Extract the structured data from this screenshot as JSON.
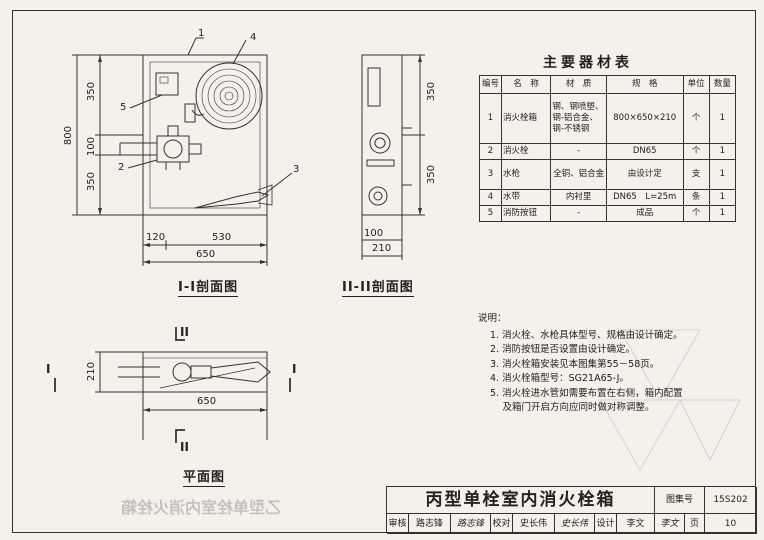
{
  "sections": {
    "sec1": "I-I剖面图",
    "sec2": "II-II剖面图",
    "plan": "平面图",
    "cut_i": "I",
    "cut_ii": "II"
  },
  "dims": {
    "h350a": "350",
    "h100": "100",
    "h350b": "350",
    "h800": "800",
    "w120": "120",
    "w530": "530",
    "w650": "650",
    "s2_350a": "350",
    "s2_350b": "350",
    "s2_100": "100",
    "s2_210": "210",
    "p_210": "210",
    "p_650": "650"
  },
  "callouts": [
    "1",
    "2",
    "3",
    "4",
    "5"
  ],
  "materials": {
    "title": "主要器材表",
    "headers": [
      "编号",
      "名　称",
      "材　质",
      "规　格",
      "单位",
      "数量"
    ],
    "rows": [
      {
        "no": "1",
        "name": "消火栓箱",
        "material": "钢、钢喷塑、钢-铝合金、钢-不锈钢",
        "spec": "800×650×210",
        "unit": "个",
        "qty": "1"
      },
      {
        "no": "2",
        "name": "消火栓",
        "material": "-",
        "spec": "DN65",
        "unit": "个",
        "qty": "1"
      },
      {
        "no": "3",
        "name": "水枪",
        "material": "全铜、铝合金",
        "spec": "由设计定",
        "unit": "支",
        "qty": "1"
      },
      {
        "no": "4",
        "name": "水带",
        "material": "内衬里",
        "spec": "DN65　L=25m",
        "unit": "条",
        "qty": "1"
      },
      {
        "no": "5",
        "name": "消防按钮",
        "material": "-",
        "spec": "成品",
        "unit": "个",
        "qty": "1"
      }
    ]
  },
  "notes": {
    "title": "说明：",
    "items": [
      "1. 消火栓、水枪具体型号、规格由设计确定。",
      "2. 消防按钮是否设置由设计确定。",
      "3. 消火栓箱安装见本图集第55－58页。",
      "4. 消火栓箱型号：SG21A65-J。",
      "5. 消火栓进水管如需要布置在右侧，箱内配置",
      "　 及箱门开启方向应同时做对称调整。"
    ]
  },
  "title_block": {
    "title": "丙型单栓室内消火栓箱",
    "atlas_label": "图集号",
    "atlas_no": "15S202",
    "review_label": "审核",
    "reviewer": "路志锋",
    "check_label": "校对",
    "checker": "史长伟",
    "design_label": "设计",
    "designer": "李文",
    "page_label": "页",
    "page_no": "10"
  }
}
